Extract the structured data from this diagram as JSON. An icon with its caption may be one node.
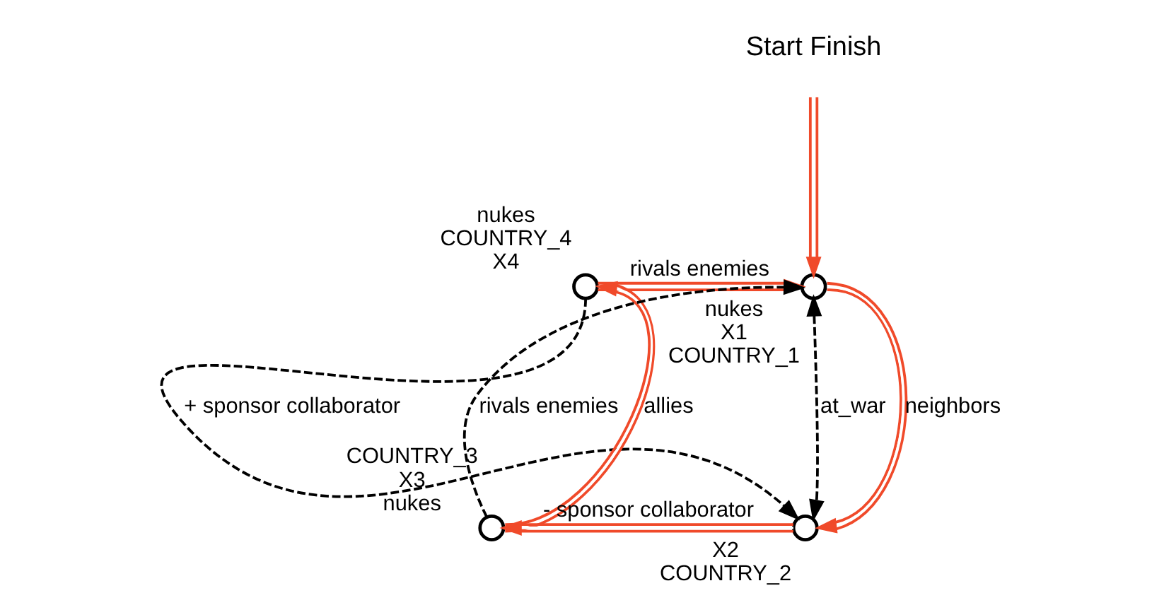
{
  "diagram": {
    "nodes": [
      {
        "text": [],
        "shape": "circle",
        "beside": [
          "nukes",
          "COUNTRY_4",
          "X4"
        ]
      },
      {
        "text": [],
        "shape": "circle",
        "beside": [
          "nukes",
          "X1",
          "COUNTRY_1"
        ]
      },
      {
        "text": [
          "Start Finish"
        ]
      },
      {
        "text": [],
        "shape": "circle",
        "beside": [
          "COUNTRY_3",
          "X3",
          "nukes"
        ]
      },
      {
        "text": [],
        "shape": "circle",
        "beside": [
          "X2",
          "COUNTRY_2"
        ]
      }
    ],
    "edges": [
      {
        "from": 0,
        "to": 1,
        "arrow": "to",
        "label": "rivals enemies"
      },
      {
        "from": 2,
        "to": 1,
        "arrow": "both"
      },
      {
        "from": 1,
        "to": 4,
        "arrow": "to",
        "label": "neighbors"
      },
      {
        "from": 4,
        "to": 3,
        "arrow": "to",
        "label": "- sponsor collaborator"
      },
      {
        "from": 3,
        "to": 0,
        "arrow": "to",
        "label": "allies"
      },
      {
        "from": 0,
        "to": 4,
        "arrow": "to",
        "label": "+ sponsor collaborator",
        "style": "dashed",
        "color": "#000000"
      },
      {
        "from": 3,
        "to": 1,
        "arrow": "to",
        "label": "rivals enemies",
        "style": "dashed",
        "color": "#000000"
      },
      {
        "from": 1,
        "to": 4,
        "arrow": "both",
        "label": "at_war",
        "style": "dashed",
        "color": "#000000"
      }
    ]
  }
}
